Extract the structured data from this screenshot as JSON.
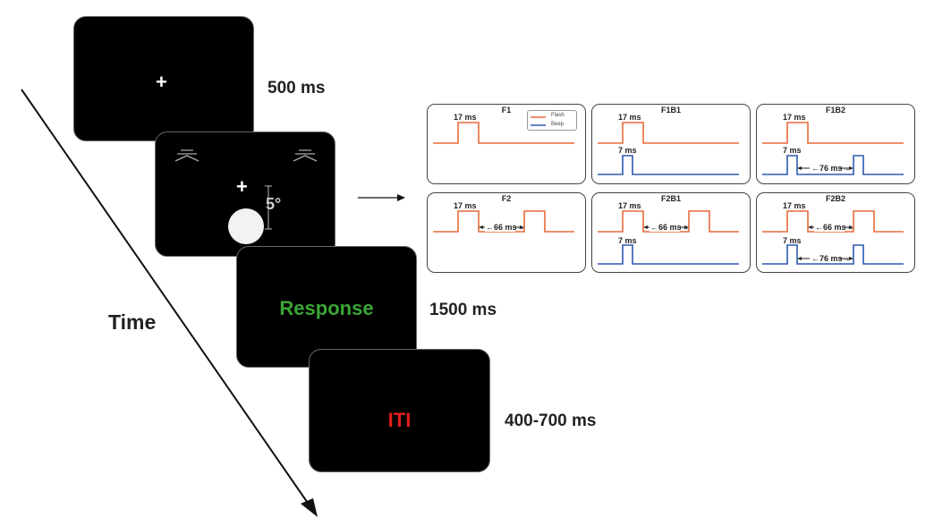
{
  "timeline": {
    "axis_label": "Time",
    "screens": [
      {
        "id": "fixation",
        "center_text": "+",
        "duration": "500 ms"
      },
      {
        "id": "stimulus",
        "center_text": "+",
        "eccentricity_label": "5°"
      },
      {
        "id": "response",
        "center_text": "Response",
        "duration": "1500 ms",
        "text_color": "#3aa635"
      },
      {
        "id": "iti",
        "center_text": "ITI",
        "duration": "400-700 ms",
        "text_color": "#e01e1e"
      }
    ]
  },
  "legend": {
    "flash_label": "Flash",
    "beep_label": "Beep",
    "flash_color": "#e86a3a",
    "beep_color": "#2f5ab0"
  },
  "conditions": [
    {
      "name": "F1",
      "flash_label": "17 ms"
    },
    {
      "name": "F1B1",
      "flash_label": "17 ms",
      "beep_label": "7 ms"
    },
    {
      "name": "F1B2",
      "flash_label": "17 ms",
      "beep_label": "7 ms",
      "beep_gap": "76 ms"
    },
    {
      "name": "F2",
      "flash_label": "17 ms",
      "flash_gap": "66 ms"
    },
    {
      "name": "F2B1",
      "flash_label": "17 ms",
      "flash_gap": "66 ms",
      "beep_label": "7 ms"
    },
    {
      "name": "F2B2",
      "flash_label": "17 ms",
      "flash_gap": "66 ms",
      "beep_label": "7 ms",
      "beep_gap": "76 ms"
    }
  ]
}
